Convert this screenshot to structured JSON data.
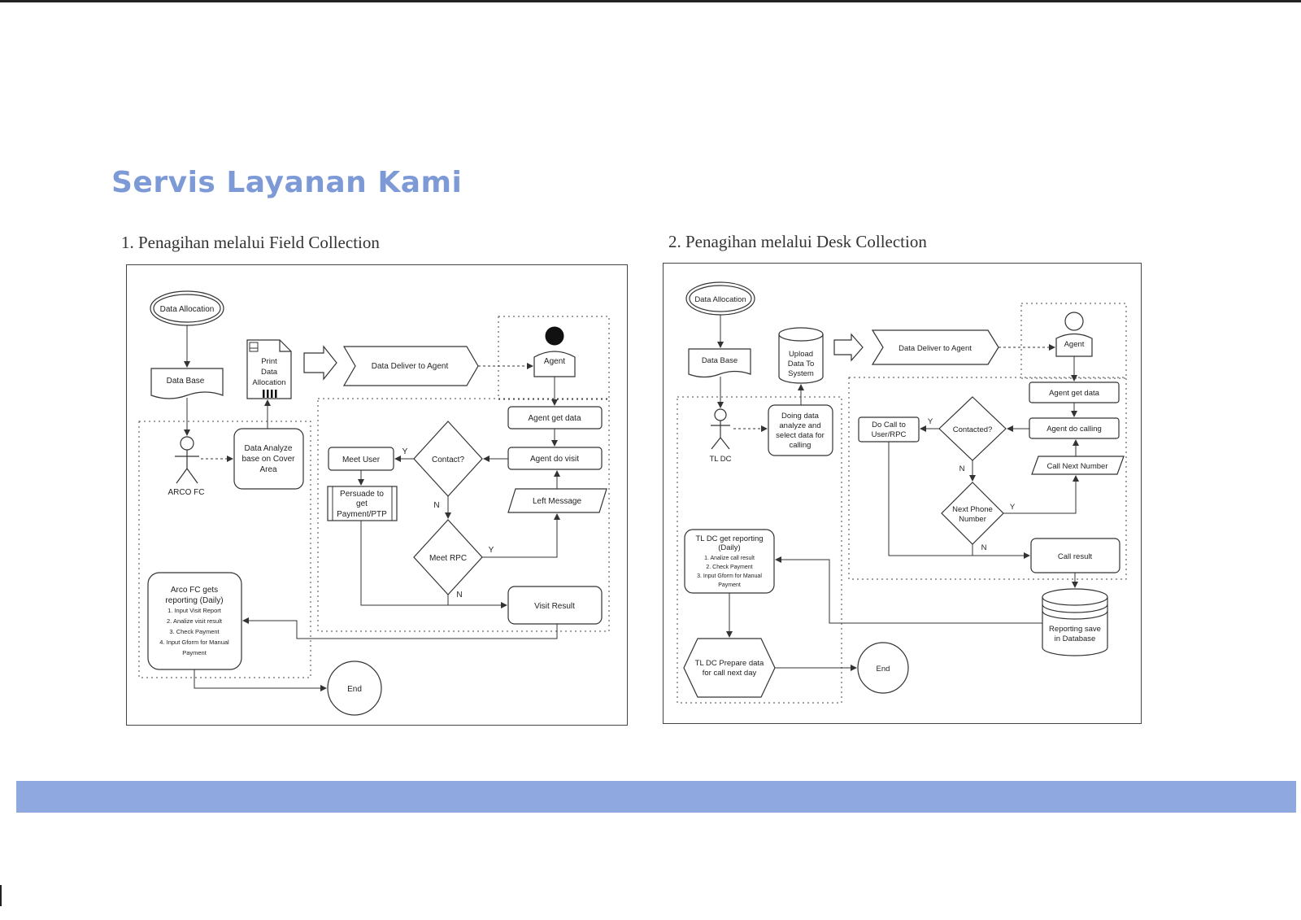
{
  "page": {
    "title": "Servis Layanan Kami",
    "accent_color": "#7d9ad6",
    "band_color": "#8fa9e0"
  },
  "field": {
    "subtitle": "1. Penagihan melalui Field Collection",
    "data_allocation": "Data Allocation",
    "data_base": "Data Base",
    "print_l1": "Print",
    "print_l2": "Data",
    "print_l3": "Allocation",
    "deliver": "Data Deliver to Agent",
    "agent": "Agent",
    "agent_get_data": "Agent get data",
    "agent_do_visit": "Agent do visit",
    "contact": "Contact?",
    "meet_user": "Meet User",
    "persuade_l1": "Persuade to",
    "persuade_l2": "get",
    "persuade_l3": "Payment/PTP",
    "left_message": "Left Message",
    "meet_rpc": "Meet RPC",
    "visit_result": "Visit Result",
    "analyze_l1": "Data Analyze",
    "analyze_l2": "base on Cover",
    "analyze_l3": "Area",
    "arco_fc": "ARCO FC",
    "reporting_l1": "Arco FC gets",
    "reporting_l2": "reporting (Daily)",
    "reporting_i1": "1. Input Visit Report",
    "reporting_i2": "2. Analize visit result",
    "reporting_i3": "3. Check Payment",
    "reporting_i4": "4. Input Gform for Manual",
    "reporting_i5": "Payment",
    "end": "End",
    "yes": "Y",
    "no": "N"
  },
  "desk": {
    "subtitle": "2. Penagihan melalui Desk Collection",
    "data_allocation": "Data Allocation",
    "data_base": "Data Base",
    "upload_l1": "Upload",
    "upload_l2": "Data To",
    "upload_l3": "System",
    "deliver": "Data Deliver to Agent",
    "agent": "Agent",
    "agent_get_data": "Agent get data",
    "agent_do_calling": "Agent do calling",
    "contacted": "Contacted?",
    "do_call_l1": "Do Call to",
    "do_call_l2": "User/RPC",
    "call_next_number": "Call Next Number",
    "next_phone_l1": "Next Phone",
    "next_phone_l2": "Number",
    "call_result": "Call result",
    "tl_dc": "TL DC",
    "doing_l1": "Doing data",
    "doing_l2": "analyze and",
    "doing_l3": "select data for",
    "doing_l4": "calling",
    "report_l1": "TL DC get reporting",
    "report_l2": "(Daily)",
    "report_i1": "1. Analize call result",
    "report_i2": "2. Check Payment",
    "report_i3": "3. Input Gform for Manual",
    "report_i4": "Payment",
    "prepare_l1": "TL DC Prepare data",
    "prepare_l2": "for call next day",
    "saved_l1": "Reporting save",
    "saved_l2": "in Database",
    "end": "End",
    "yes": "Y",
    "no": "N"
  }
}
